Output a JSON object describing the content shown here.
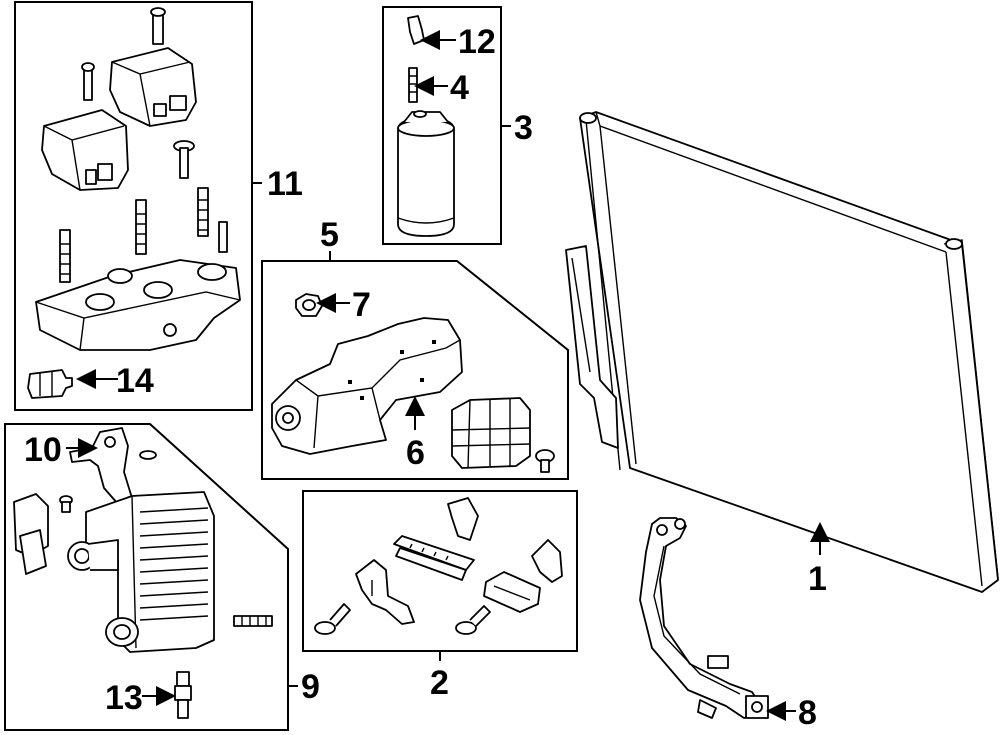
{
  "diagram": {
    "callouts": {
      "c1": "1",
      "c2": "2",
      "c3": "3",
      "c4": "4",
      "c5": "5",
      "c6": "6",
      "c7": "7",
      "c8": "8",
      "c9": "9",
      "c10": "10",
      "c11": "11",
      "c12": "12",
      "c13": "13",
      "c14": "14"
    },
    "parts": [
      {
        "ref": "1",
        "icon": "condenser-icon"
      },
      {
        "ref": "2",
        "icon": "mounting-kit-icon"
      },
      {
        "ref": "3",
        "icon": "receiver-drier-icon"
      },
      {
        "ref": "4",
        "icon": "valve-icon"
      },
      {
        "ref": "5",
        "icon": "compressor-mount-group-icon"
      },
      {
        "ref": "6",
        "icon": "bracket-icon"
      },
      {
        "ref": "7",
        "icon": "nut-icon"
      },
      {
        "ref": "8",
        "icon": "hose-assembly-icon"
      },
      {
        "ref": "9",
        "icon": "oil-cooler-group-icon"
      },
      {
        "ref": "10",
        "icon": "bracket-icon"
      },
      {
        "ref": "11",
        "icon": "compressor-group-icon"
      },
      {
        "ref": "12",
        "icon": "switch-icon"
      },
      {
        "ref": "13",
        "icon": "sensor-icon"
      },
      {
        "ref": "14",
        "icon": "sensor-icon"
      }
    ]
  }
}
